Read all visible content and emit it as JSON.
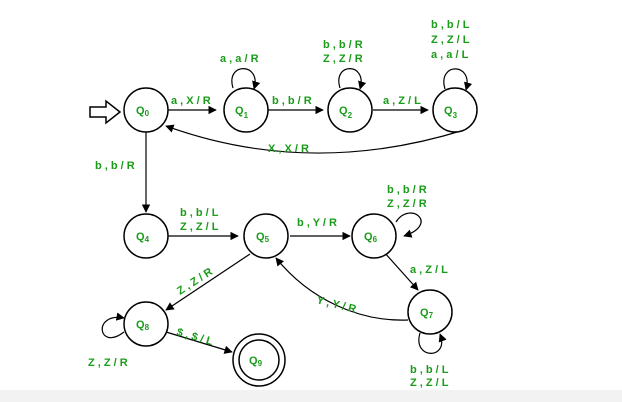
{
  "colors": {
    "label": "#1a9c1a",
    "stroke": "#000000",
    "background": "#ffffff"
  },
  "states": [
    {
      "id": "q0",
      "name": "Q",
      "sub": "0"
    },
    {
      "id": "q1",
      "name": "Q",
      "sub": "1"
    },
    {
      "id": "q2",
      "name": "Q",
      "sub": "2"
    },
    {
      "id": "q3",
      "name": "Q",
      "sub": "3"
    },
    {
      "id": "q4",
      "name": "Q",
      "sub": "4"
    },
    {
      "id": "q5",
      "name": "Q",
      "sub": "5"
    },
    {
      "id": "q6",
      "name": "Q",
      "sub": "6"
    },
    {
      "id": "q7",
      "name": "Q",
      "sub": "7"
    },
    {
      "id": "q8",
      "name": "Q",
      "sub": "8"
    },
    {
      "id": "q9",
      "name": "Q",
      "sub": "9"
    }
  ],
  "start_state": "q0",
  "accept_states": [
    "q9"
  ],
  "transitions": [
    {
      "from": "q0",
      "to": "q1",
      "labels": [
        "a , X / R"
      ]
    },
    {
      "from": "q1",
      "to": "q1",
      "labels": [
        "a , a / R"
      ]
    },
    {
      "from": "q1",
      "to": "q2",
      "labels": [
        "b , b / R"
      ]
    },
    {
      "from": "q2",
      "to": "q2",
      "labels": [
        "b , b / R",
        "Z , Z / R"
      ]
    },
    {
      "from": "q2",
      "to": "q3",
      "labels": [
        "a , Z / L"
      ]
    },
    {
      "from": "q3",
      "to": "q3",
      "labels": [
        "b , b / L",
        "Z , Z / L",
        "a , a / L"
      ]
    },
    {
      "from": "q3",
      "to": "q0",
      "labels": [
        "X , X / R"
      ]
    },
    {
      "from": "q0",
      "to": "q4",
      "labels": [
        "b , b / R"
      ]
    },
    {
      "from": "q4",
      "to": "q5",
      "labels": [
        "b , b / L",
        "Z , Z / L"
      ]
    },
    {
      "from": "q5",
      "to": "q6",
      "labels": [
        "b , Y / R"
      ]
    },
    {
      "from": "q6",
      "to": "q6",
      "labels": [
        "b , b / R",
        "Z , Z / R"
      ]
    },
    {
      "from": "q6",
      "to": "q7",
      "labels": [
        "a , Z / L"
      ]
    },
    {
      "from": "q7",
      "to": "q7",
      "labels": [
        "b , b / L",
        "Z , Z / L"
      ]
    },
    {
      "from": "q7",
      "to": "q5",
      "labels": [
        "Y , Y / R"
      ]
    },
    {
      "from": "q5",
      "to": "q8",
      "labels": [
        "Z , Z / R"
      ]
    },
    {
      "from": "q8",
      "to": "q8",
      "labels": [
        "Z , Z / R"
      ]
    },
    {
      "from": "q8",
      "to": "q9",
      "labels": [
        "$ , $ / L"
      ]
    }
  ]
}
